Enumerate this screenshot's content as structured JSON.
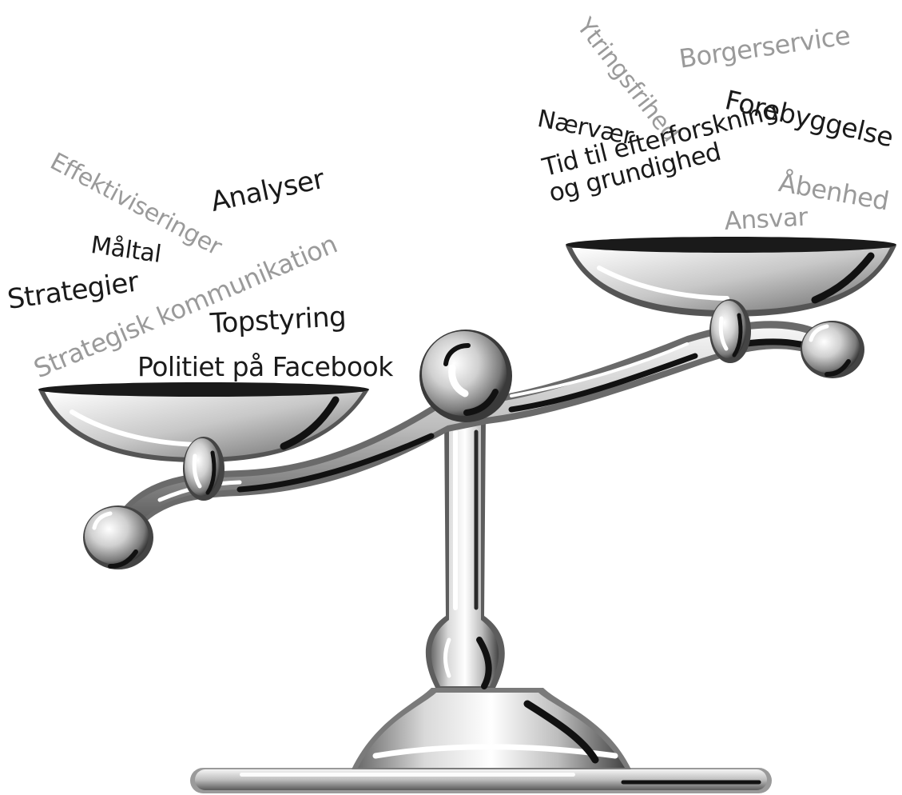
{
  "colors": {
    "dark_text": "#1a1a1a",
    "grey_text": "#9a9a9a",
    "metal_light": "#f2f2f2",
    "metal_mid": "#b5b5b5",
    "metal_dark": "#222222"
  },
  "left_words": {
    "effektiviseringer": "Effektiviseringer",
    "analyser": "Analyser",
    "maaltal": "Måltal",
    "strategier": "Strategier",
    "strategisk_kommunikation": "Strategisk kommunikation",
    "topstyring": "Topstyring",
    "politiet_paa_facebook": "Politiet på Facebook"
  },
  "right_words": {
    "ytringsfrihed": "Ytringsfrihed",
    "borgerservice": "Borgerservice",
    "naervaer": "Nærvær",
    "forebyggelse": "Forebyggelse",
    "tid_line1": "Tid til efterforskning",
    "tid_line2": "og grundighed",
    "aabenhed": "Åbenhed",
    "ansvar": "Ansvar"
  }
}
